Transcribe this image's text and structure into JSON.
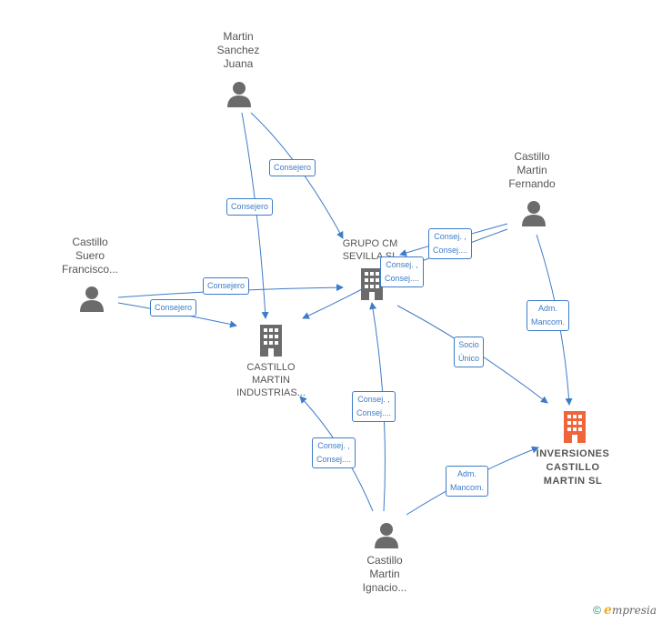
{
  "nodes": {
    "martin_sanchez": {
      "lines": [
        "Martin",
        "Sanchez",
        "Juana"
      ]
    },
    "castillo_fernando": {
      "lines": [
        "Castillo",
        "Martin",
        "Fernando"
      ]
    },
    "castillo_suero": {
      "lines": [
        "Castillo",
        "Suero",
        "Francisco..."
      ]
    },
    "grupo_cm": {
      "lines": [
        "GRUPO CM",
        "SEVILLA SL"
      ]
    },
    "castillo_industrias": {
      "lines": [
        "CASTILLO",
        "MARTIN",
        "INDUSTRIAS..."
      ]
    },
    "inversiones": {
      "lines": [
        "INVERSIONES",
        "CASTILLO",
        "MARTIN  SL"
      ]
    },
    "castillo_ignacio": {
      "lines": [
        "Castillo",
        "Martin",
        "Ignacio..."
      ]
    }
  },
  "edge_labels": {
    "consejero_sanchez_grupo": [
      "Consejero"
    ],
    "consejero_sanchez_industrias": [
      "Consejero"
    ],
    "consejero_suero_grupo": [
      "Consejero"
    ],
    "consejero_suero_industrias": [
      "Consejero"
    ],
    "consej_fernando_1": [
      "Consej. ,",
      "Consej...."
    ],
    "consej_fernando_2": [
      "Consej. ,",
      "Consej...."
    ],
    "adm_fernando": [
      "Adm.",
      "Mancom."
    ],
    "socio_unico": [
      "Socio",
      "Único"
    ],
    "consej_ignacio_grupo": [
      "Consej. ,",
      "Consej...."
    ],
    "consej_ignacio_industrias": [
      "Consej. ,",
      "Consej...."
    ],
    "adm_ignacio": [
      "Adm.",
      "Mancom."
    ]
  },
  "footer": {
    "copyright": "©",
    "brand_initial": "e",
    "brand_rest": "mpresia"
  },
  "colors": {
    "edge": "#3d7cc9",
    "person_icon": "#6b6b6b",
    "company_icon": "#6b6b6b",
    "highlight_company_icon": "#f0643c"
  }
}
